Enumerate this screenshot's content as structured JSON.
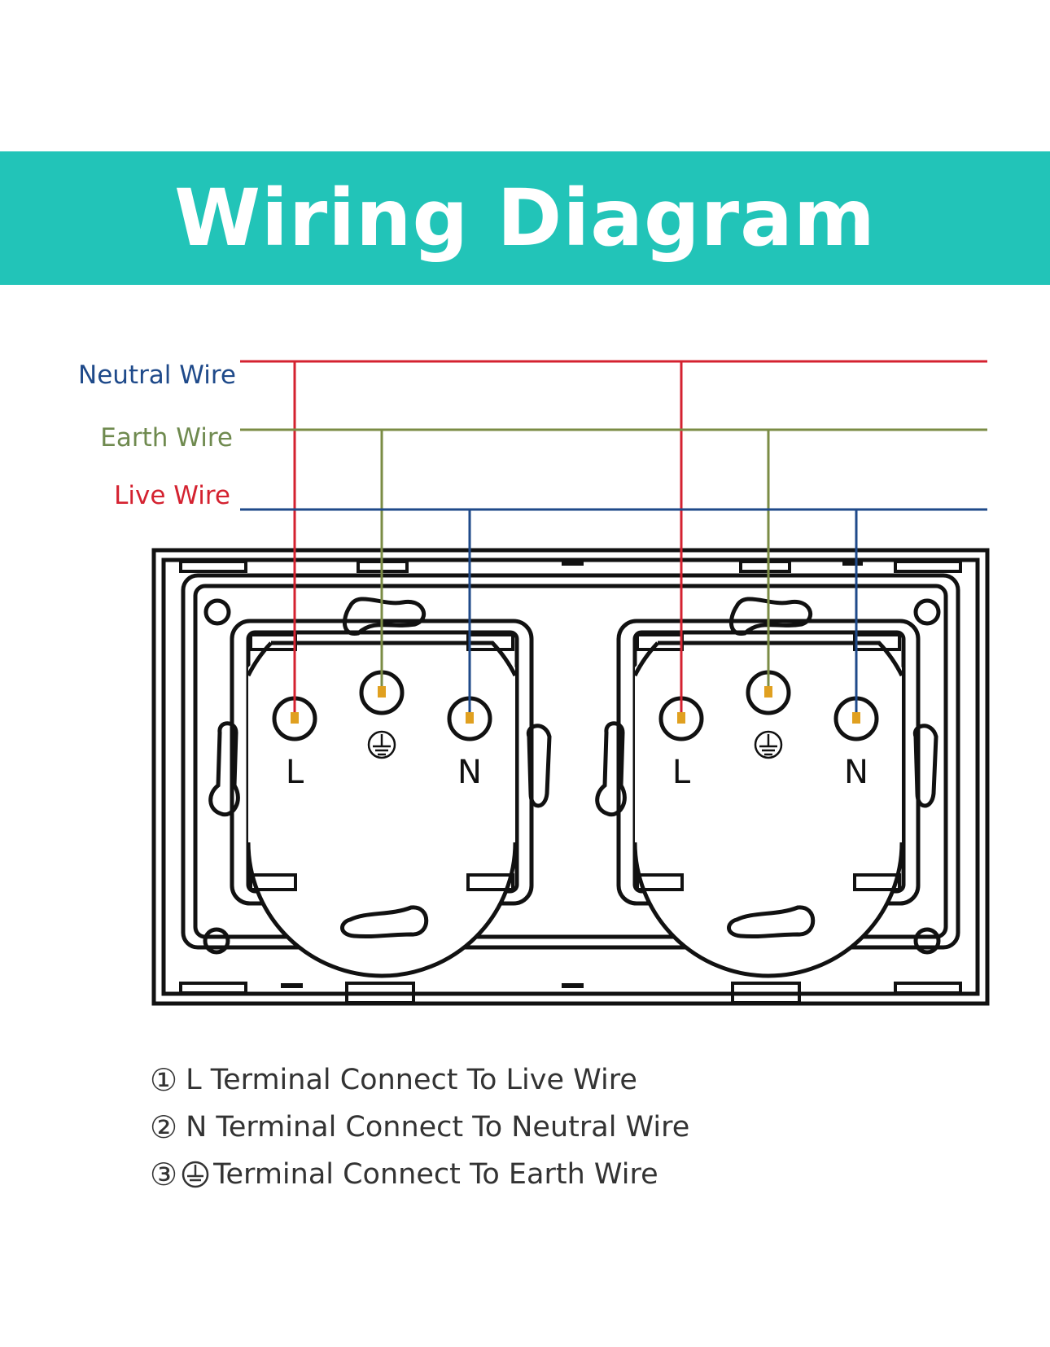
{
  "title": "Wiring Diagram",
  "colors": {
    "banner": "#22c4b8",
    "live": "#d42230",
    "earth": "#7b8c45",
    "neutral": "#1f4a8a",
    "outline": "#111111",
    "pin": "#e0a020"
  },
  "wire_labels": {
    "neutral": "Neutral Wire",
    "earth": "Earth Wire",
    "live": "Live Wire"
  },
  "terminals": {
    "live": "L",
    "neutral": "N",
    "earth_icon": "earth-ground-icon"
  },
  "legend": [
    {
      "num": "①",
      "text": "L Terminal Connect To Live Wire"
    },
    {
      "num": "②",
      "text": "N Terminal Connect To Neutral Wire"
    },
    {
      "num": "③",
      "icon": "earth-ground-icon",
      "text": "Terminal Connect To Earth Wire"
    }
  ]
}
